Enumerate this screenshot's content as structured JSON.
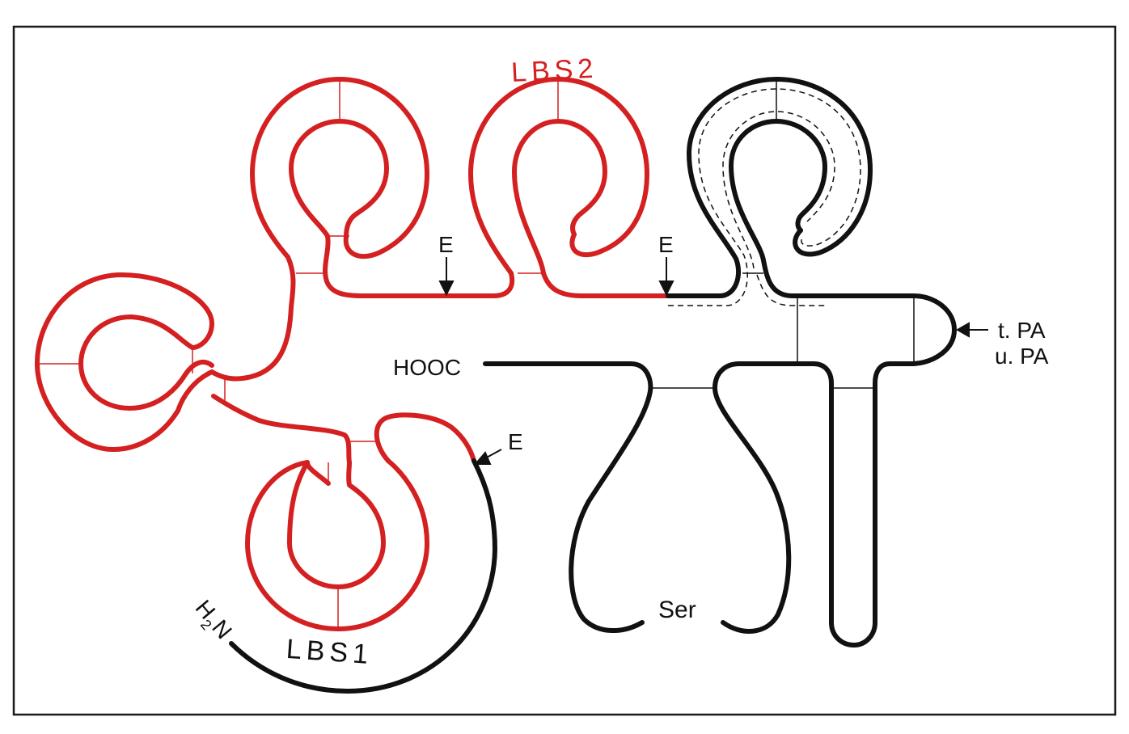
{
  "colors": {
    "frame": "#1a1a1a",
    "kringle_red": "#d42020",
    "chain_black": "#111111",
    "background": "#ffffff"
  },
  "labels": {
    "lbs2": "LBS2",
    "lbs1": "LBS1",
    "cleavage_e1": "E",
    "cleavage_e2": "E",
    "cleavage_e3": "E",
    "hooc": "HOOC",
    "h": "H",
    "h_subscript": "2",
    "n": "N",
    "ser": "Ser",
    "tpa": "t. PA",
    "upa": "u. PA"
  }
}
